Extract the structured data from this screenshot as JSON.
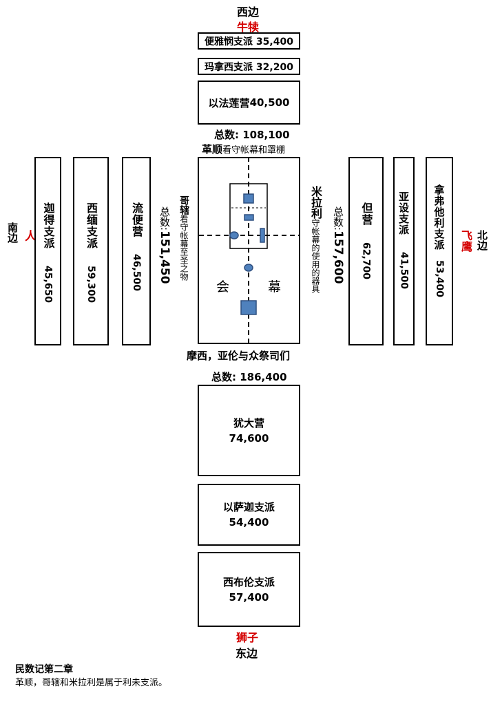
{
  "west": {
    "direction": "西边",
    "emblem": "牛犊",
    "tribes": [
      {
        "label": "便雅悯支派 35,400"
      },
      {
        "label": "玛拿西支派 32,200"
      },
      {
        "name": "以法莲营",
        "number": "40,500"
      }
    ],
    "total": "总数: 108,100"
  },
  "levites": {
    "gershon_label": "革顺",
    "gershon_duty": "看守帐幕和罩棚",
    "kohath_label": "哥辖",
    "kohath_duty": "看守帐幕至圣之物",
    "merari_label": "米拉利",
    "merari_duty": "守帐幕的使用的器具",
    "moses_label": "摩西，亚伦与众祭司们"
  },
  "tabernacle": {
    "char1": "会",
    "char2": "幕"
  },
  "south": {
    "direction": "南边",
    "emblem": "人",
    "tribes": [
      {
        "name": "迦得支派",
        "number": "45,650"
      },
      {
        "name": "西缅支派",
        "number": "59,300"
      },
      {
        "name": "流便营",
        "number": "46,500"
      }
    ],
    "total_label": "总数:",
    "total_value": "151,450"
  },
  "north": {
    "direction": "北边",
    "emblem": "飞鹰",
    "tribes": [
      {
        "name": "但营",
        "number": "62,700"
      },
      {
        "name": "亚设支派",
        "number": "41,500"
      },
      {
        "name": "拿弗他利支派",
        "number": "53,400"
      }
    ],
    "total_label": "总数:",
    "total_value": "157,600"
  },
  "east": {
    "total": "总数: 186,400",
    "tribes": [
      {
        "name": "犹大营",
        "number": "74,600"
      },
      {
        "name": "以萨迦支派",
        "number": "54,400"
      },
      {
        "name": "西布伦支派",
        "number": "57,400"
      }
    ],
    "emblem": "狮子",
    "direction": "东边"
  },
  "footer": {
    "title": "民数记第二章",
    "note": "革顺，哥辖和米拉利是属于利未支派。"
  },
  "colors": {
    "accent_red": "#d40000",
    "marker_fill": "#4f81bd",
    "marker_stroke": "#2f4f7f"
  }
}
